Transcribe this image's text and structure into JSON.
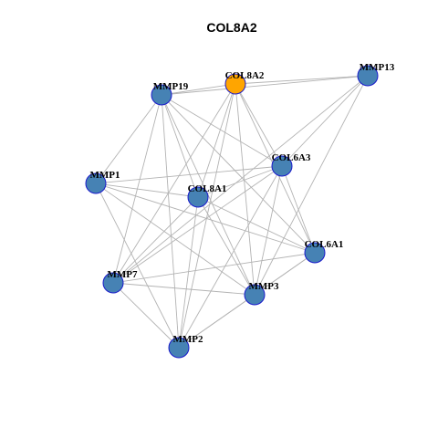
{
  "title": "COL8A2",
  "colors": {
    "node_default": "#4682B4",
    "node_highlight": "#FFA500",
    "node_border": "#1A1ACC",
    "edge": "#B3B3B3"
  },
  "network": {
    "highlight": "COL8A2",
    "nodes": [
      "COL8A2",
      "MMP13",
      "MMP19",
      "COL6A3",
      "MMP1",
      "COL8A1",
      "COL6A1",
      "MMP7",
      "MMP3",
      "MMP2"
    ],
    "edges": [
      [
        "COL8A2",
        "MMP13"
      ],
      [
        "COL8A2",
        "MMP19"
      ],
      [
        "COL8A2",
        "COL6A3"
      ],
      [
        "COL8A2",
        "COL8A1"
      ],
      [
        "COL8A2",
        "COL6A1"
      ],
      [
        "COL8A2",
        "MMP7"
      ],
      [
        "COL8A2",
        "MMP3"
      ],
      [
        "COL8A2",
        "MMP2"
      ],
      [
        "MMP13",
        "MMP19"
      ],
      [
        "MMP13",
        "COL6A3"
      ],
      [
        "MMP13",
        "MMP7"
      ],
      [
        "MMP13",
        "MMP3"
      ],
      [
        "MMP19",
        "MMP1"
      ],
      [
        "MMP19",
        "COL8A1"
      ],
      [
        "MMP19",
        "COL6A3"
      ],
      [
        "MMP19",
        "COL6A1"
      ],
      [
        "MMP19",
        "MMP7"
      ],
      [
        "MMP19",
        "MMP3"
      ],
      [
        "MMP19",
        "MMP2"
      ],
      [
        "COL6A3",
        "MMP1"
      ],
      [
        "COL6A3",
        "COL8A1"
      ],
      [
        "COL6A3",
        "COL6A1"
      ],
      [
        "COL6A3",
        "MMP7"
      ],
      [
        "COL6A3",
        "MMP3"
      ],
      [
        "COL6A3",
        "MMP2"
      ],
      [
        "MMP1",
        "COL8A1"
      ],
      [
        "MMP1",
        "COL6A1"
      ],
      [
        "MMP1",
        "MMP3"
      ],
      [
        "MMP1",
        "MMP2"
      ],
      [
        "COL8A1",
        "COL6A1"
      ],
      [
        "COL8A1",
        "MMP7"
      ],
      [
        "COL8A1",
        "MMP3"
      ],
      [
        "COL8A1",
        "MMP2"
      ],
      [
        "COL6A1",
        "MMP7"
      ],
      [
        "COL6A1",
        "MMP3"
      ],
      [
        "COL6A1",
        "MMP2"
      ],
      [
        "MMP7",
        "MMP3"
      ],
      [
        "MMP7",
        "MMP2"
      ],
      [
        "MMP3",
        "MMP2"
      ]
    ]
  }
}
